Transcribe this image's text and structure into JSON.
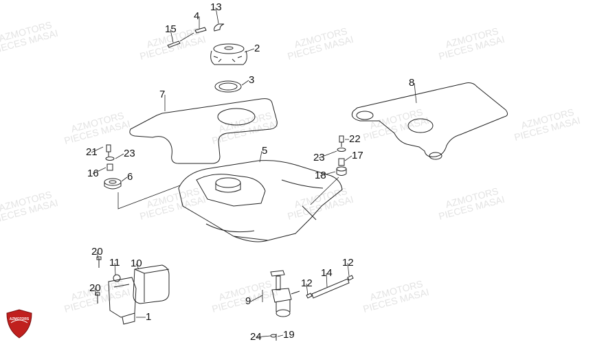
{
  "watermarks": [
    {
      "line1": "AZMOTORS",
      "line2": "PIECES MASAI"
    },
    {
      "line1": "AZMOTORS",
      "line2": "PIECES MASAI"
    },
    {
      "line1": "AZMOTORS",
      "line2": "PIECES MASAI"
    },
    {
      "line1": "AZMOTORS",
      "line2": "PIECES MASAI"
    },
    {
      "line1": "AZMOTORS",
      "line2": "PIECES MASAI"
    },
    {
      "line1": "AZMOTORS",
      "line2": "PIECES MASAI"
    },
    {
      "line1": "AZMOTORS",
      "line2": "PIECES MASAI"
    },
    {
      "line1": "AZMOTORS",
      "line2": "PIECES MASAI"
    },
    {
      "line1": "AZMOTORS",
      "line2": "PIECES MASAI"
    },
    {
      "line1": "AZMOTORS",
      "line2": "PIECES MASAI"
    },
    {
      "line1": "AZMOTORS",
      "line2": "PIECES MASAI"
    },
    {
      "line1": "AZMOTORS",
      "line2": "PIECES MASAI"
    },
    {
      "line1": "AZMOTORS",
      "line2": "PIECES MASAI"
    },
    {
      "line1": "AZMOTORS",
      "line2": "PIECES MASAI"
    },
    {
      "line1": "AZMOTORS",
      "line2": "PIECES MASAI"
    }
  ],
  "callouts": [
    "15",
    "4",
    "13",
    "2",
    "3",
    "7",
    "8",
    "21",
    "23",
    "22",
    "23",
    "17",
    "16",
    "6",
    "5",
    "18",
    "20",
    "11",
    "10",
    "20",
    "1",
    "9",
    "14",
    "12",
    "12",
    "24",
    "19"
  ],
  "logo": {
    "text": "AZMOTORS",
    "color": "#c0201e"
  }
}
